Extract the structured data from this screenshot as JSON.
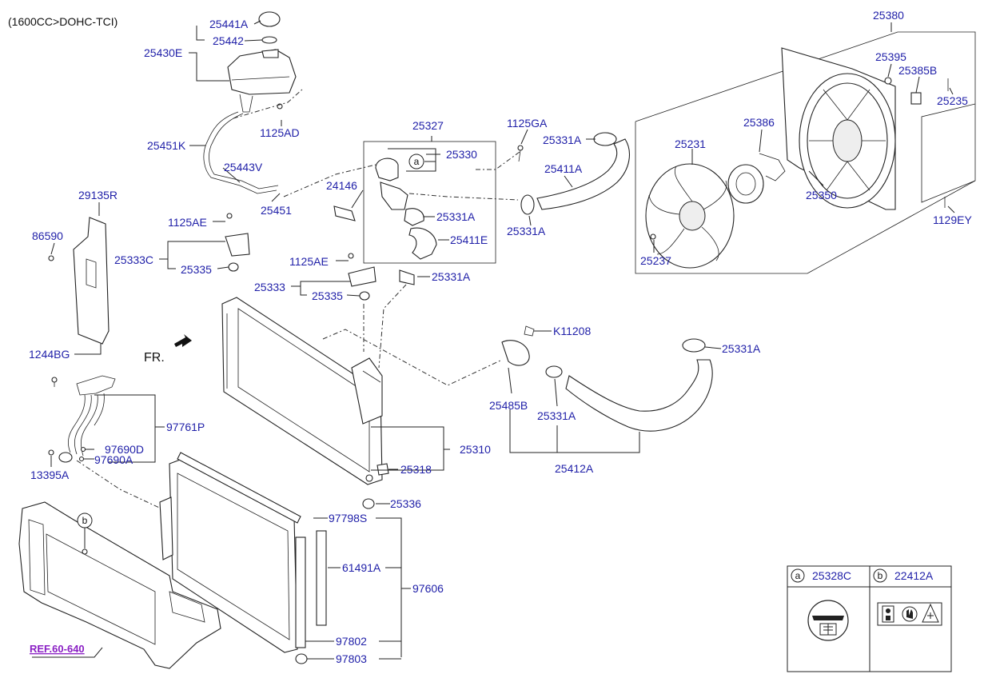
{
  "engine_spec": "(1600CC>DOHC-TCI)",
  "orientation_label": "FR.",
  "reference_link": "REF.60-640",
  "callouts": {
    "a": "a",
    "b": "b"
  },
  "legend": {
    "a": {
      "letter": "a",
      "part": "25328C"
    },
    "b": {
      "letter": "b",
      "part": "22412A"
    }
  },
  "parts": [
    "25441A",
    "25442",
    "25430E",
    "1125AD",
    "25451K",
    "25443V",
    "25451",
    "25327",
    "25330",
    "24146",
    "25331A",
    "25411E",
    "1125GA",
    "25331A",
    "25411A",
    "25331A",
    "25380",
    "25395",
    "25385B",
    "25235",
    "25386",
    "25231",
    "25350",
    "1129EY",
    "25237",
    "29135R",
    "86590",
    "1125AE",
    "25333C",
    "25335",
    "1125AE",
    "25333",
    "25335",
    "25331A",
    "K11208",
    "25331A",
    "1244BG",
    "97761P",
    "97690D",
    "97690A",
    "13395A",
    "25485B",
    "25331A",
    "25310",
    "25318",
    "25412A",
    "25336",
    "97798S",
    "61491A",
    "97606",
    "97802",
    "97803"
  ]
}
